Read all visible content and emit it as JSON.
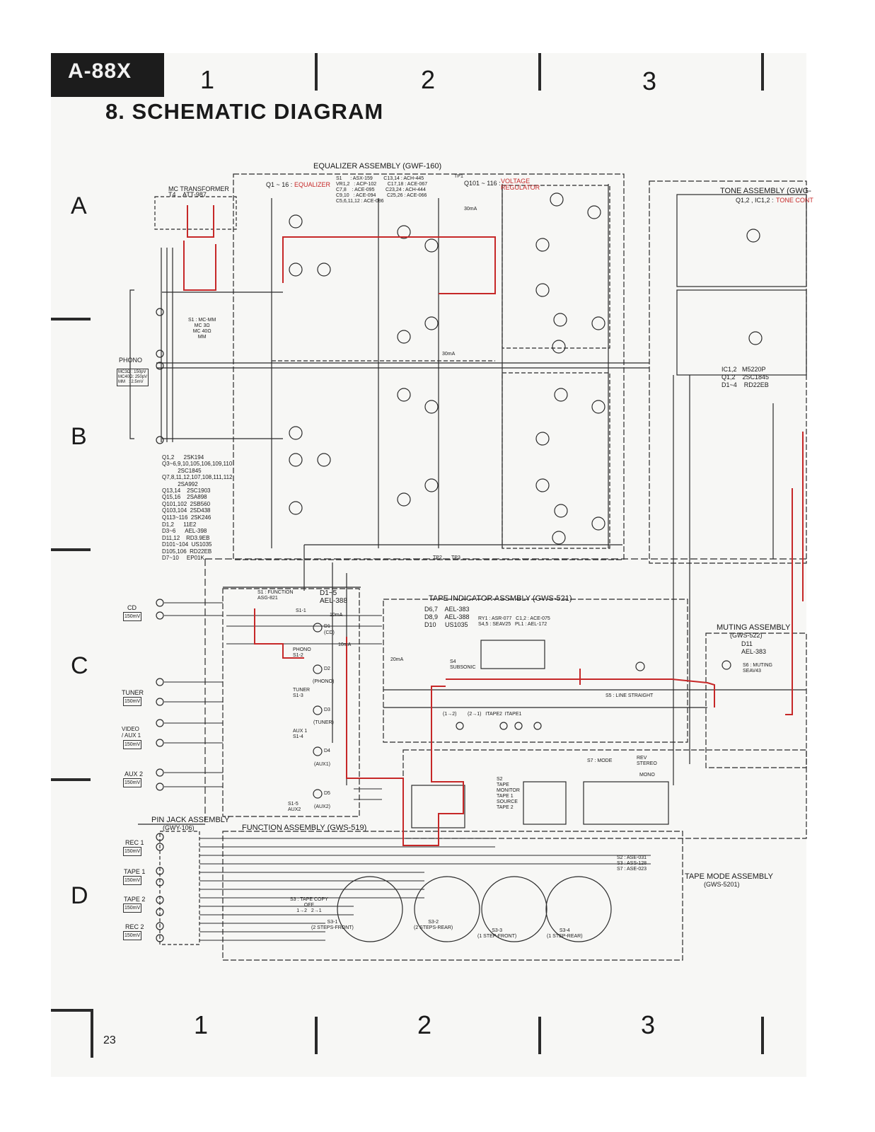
{
  "header": {
    "model": "A-88X",
    "title": "8. SCHEMATIC DIAGRAM",
    "page_number": "23"
  },
  "grid": {
    "columns": [
      "1",
      "2",
      "3"
    ],
    "rows": [
      "A",
      "B",
      "C",
      "D"
    ]
  },
  "assemblies": {
    "equalizer": "EQUALIZER ASSEMBLY (GWF-160)",
    "tone": "TONE ASSEMBLY (GWG-",
    "tape_indicator": "TAPE INDICATOR ASSMBLY (GWS-521)",
    "muting": "MUTING ASSEMBLY",
    "muting_code": "(GWS-522)",
    "pin_jack": "PIN JACK ASSEMBLY",
    "pin_jack_code": "(GWY-106)",
    "function": "FUNCTION ASSEMBLY (GWS-519)",
    "tape_mode": "TAPE MODE ASSEMBLY",
    "tape_mode_code": "(GWS-5201)",
    "mc_transformer": "MC TRANSFORMER",
    "mc_transformer_part": "T4    ATT-987"
  },
  "labels": {
    "q1_16": "Q1 ~ 16 :",
    "equalizer_red": "EQUALIZER",
    "q101_116": "Q101 ~ 116 :",
    "voltage_regulator": "VOLTAGE REGULATOR",
    "tone_parts": "Q1,2 , IC1,2 :",
    "tone_control": "TONE CONT",
    "phono": "PHONO",
    "phono_levels": "MC3Ω : 150pV\nMC40Ω: 250pV\nMM   : 2.5mV",
    "s1_select": "S1 : MC-MM\nMC 3Ω\nMC 40Ω\nMM",
    "ic_parts": "IC1,2   M5220P\nQ1,2    2SC1845\nD1~4    RD22EB",
    "s1_function": "S1 : FUNCTION\nASG-821",
    "d1_5": "D1~5\nAEL-388",
    "d6_10": "D6,7    AEL-383\nD8,9    AEL-388\nD10     US1035",
    "ry_parts": "RY1 : ASR-077   C1,2 : ACE-075\nS4,5 : SEAV25   PL1 : AEL-172",
    "muting_parts": "D11\nAEL-383",
    "s4_subsonic": "S4\nSUBSONIC",
    "s5_line": "S5 : LINE STRAIGHT",
    "s6_muting": "S6 : MUTING\nSEAV43",
    "s7_mode": "S7 : MODE",
    "rev_stereo": "REV\nSTEREO",
    "mono": "MONO",
    "s2_tape": "S2\nTAPE\nMONITOR\nTAPE 1\nSOURCE\nTAPE 2",
    "s2_parts": "S2 : ASE-031\nS3 : ASS-128\nS7 : ASE-023",
    "s3_tape_copy": "S3 : TAPE COPY\nOFF\n1→2   2→1",
    "s3_1": "S3-1\n(2 STEPS-FRONT)",
    "s3_2": "S3-2\n(2 STEPS-REAR)",
    "s3_3": "S3-3\n(1 STEP-FRONT)",
    "s3_4": "S3-4\n(1 STEP-REAR)",
    "tape_leds": "(1→2)        (2→1)   ITAPE2  ITAPE1",
    "eq_parts": "S1      : ASX-159        C13,14 : ACH-445\nVR1,2   : ACP-102        C17,18 : ACE-067\nC7,8    : ACE-095        C23,24 : ACH-444\nC9,10   : ACE-094        C25,26 : ACE-066\nC5,6,11,12 : ACE-086",
    "transistors": "Q1,2      2SK194\nQ3~6,9,10,105,106,109,110\n          2SC1845\nQ7,8,11,12,107,108,111,112\n          2SA992\nQ13,14    2SC1903\nQ15,16    2SA898\nQ101,102  2SB560\nQ103,104  2SD438\nQ113~116  2SK246",
    "diodes": "D1,2      11E2\nD3~6      AEL-398\nD11,12    RD3.9EB\nD101~104  US1035\nD105,106  RD22EB\nD7~10     EP01K"
  },
  "inputs": [
    {
      "name": "CD",
      "level": "150mV"
    },
    {
      "name": "TUNER",
      "level": "150mV"
    },
    {
      "name": "VIDEO\n/ AUX 1",
      "level": "150mV"
    },
    {
      "name": "AUX 2",
      "level": "150mV"
    }
  ],
  "tape_jacks": [
    {
      "name": "REC 1",
      "level": "150mV"
    },
    {
      "name": "TAPE 1",
      "level": "150mV"
    },
    {
      "name": "TAPE 2",
      "level": "150mV"
    },
    {
      "name": "REC 2",
      "level": "150mV"
    }
  ],
  "switch_leds": [
    {
      "name": "(CD)",
      "ref": "D1"
    },
    {
      "name": "(PHONO)",
      "ref": "D2"
    },
    {
      "name": "(TUNER)",
      "ref": "D3"
    },
    {
      "name": "(AUX1)",
      "ref": "D4"
    },
    {
      "name": "(AUX2)",
      "ref": "D5"
    }
  ],
  "switch_sections": [
    "S1-1",
    "PHONO\nS1-2",
    "TUNER\nS1-3",
    "AUX 1\nS1-4",
    "S1-5\nAUX2"
  ],
  "test_points": [
    "TP1",
    "TP2",
    "TP3"
  ],
  "currents": [
    "30mA",
    "30mA",
    "10mA",
    "10mA",
    "20mA"
  ],
  "colors": {
    "wire": "#2a2a2a",
    "signal_red": "#c62828",
    "paper": "#f7f7f5",
    "tab": "#1c1c1c"
  }
}
